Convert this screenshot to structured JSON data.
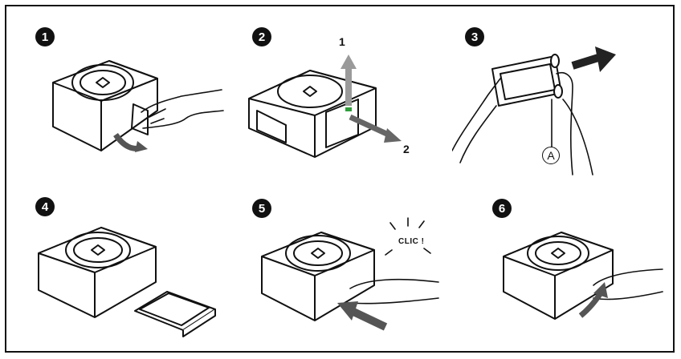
{
  "steps": [
    {
      "number": "1"
    },
    {
      "number": "2",
      "labels": [
        "1",
        "2"
      ]
    },
    {
      "number": "3",
      "callout": "A"
    },
    {
      "number": "4"
    },
    {
      "number": "5",
      "sound": "CLIC !"
    },
    {
      "number": "6"
    }
  ],
  "colors": {
    "ink": "#111111",
    "arrow": "#555555",
    "arrow_light": "#9a9a9a",
    "latch": "#2e9e3a"
  }
}
